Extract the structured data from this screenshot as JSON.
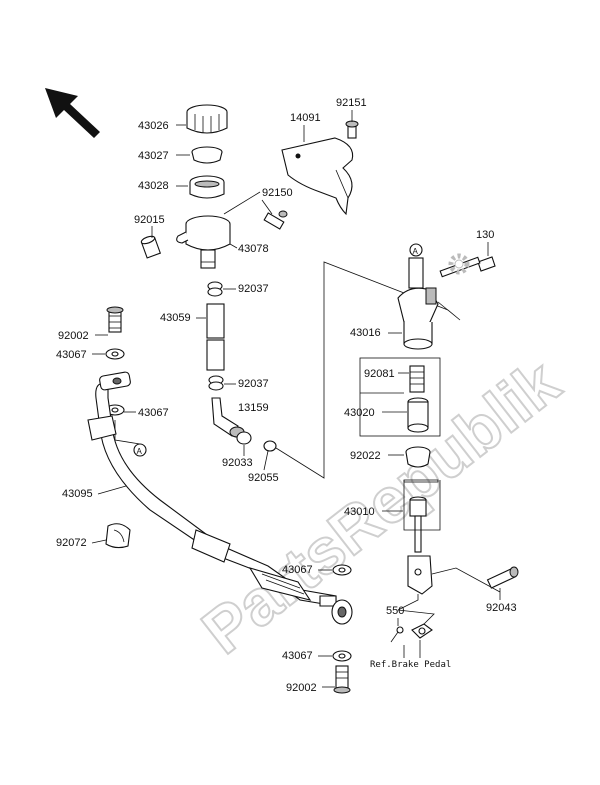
{
  "watermark": "PartsRepublik",
  "labels": {
    "l43026": "43026",
    "l43027": "43027",
    "l43028": "43028",
    "l92015": "92015",
    "l92150": "92150",
    "l43078": "43078",
    "l14091": "14091",
    "l92151": "92151",
    "l130": "130",
    "l92037a": "92037",
    "l43059": "43059",
    "l92002a": "92002",
    "l43067a": "43067",
    "l43067b": "43067",
    "l43016": "43016",
    "l92081": "92081",
    "l43020": "43020",
    "l92037b": "92037",
    "l13159": "13159",
    "l92033": "92033",
    "l92055": "92055",
    "l92022": "92022",
    "l43095": "43095",
    "l43010": "43010",
    "l92072": "92072",
    "l43067c": "43067",
    "l92043": "92043",
    "l550": "550",
    "l43067d": "43067",
    "l92002b": "92002",
    "ref_note": "Ref.Brake Pedal",
    "marker_a1": "A",
    "marker_a2": "A"
  }
}
